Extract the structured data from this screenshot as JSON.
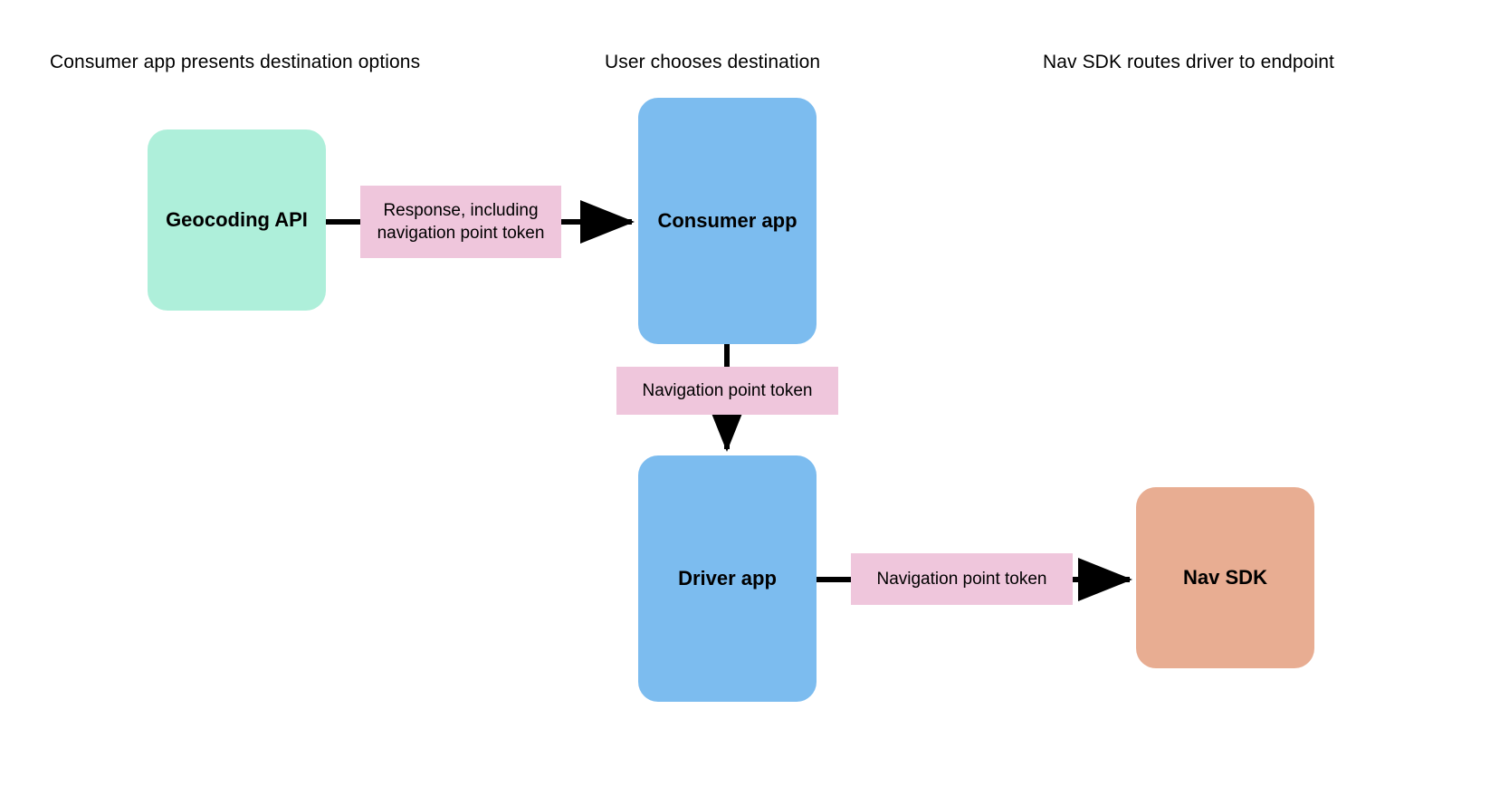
{
  "diagram": {
    "title_columns": [
      {
        "id": "consumer",
        "label": "Consumer app presents destination options"
      },
      {
        "id": "user",
        "label": "User chooses destination"
      },
      {
        "id": "navsdk",
        "label": "Nav SDK routes driver to endpoint"
      }
    ],
    "nodes": [
      {
        "id": "geocoding",
        "label": "Geocoding API",
        "color": "#aeefda"
      },
      {
        "id": "consumer_app",
        "label": "Consumer app",
        "color": "#7cbcef"
      },
      {
        "id": "driver_app",
        "label": "Driver app",
        "color": "#7cbcef"
      },
      {
        "id": "nav_sdk",
        "label": "Nav SDK",
        "color": "#e8ad92"
      }
    ],
    "edges": [
      {
        "id": "geocoding_to_consumer",
        "label": "Response, including navigation point token",
        "from": "geocoding",
        "to": "consumer_app",
        "direction": "right",
        "label_color": "#efc6dc"
      },
      {
        "id": "consumer_to_driver",
        "label": "Navigation point token",
        "from": "consumer_app",
        "to": "driver_app",
        "direction": "down",
        "label_color": "#efc6dc"
      },
      {
        "id": "driver_to_navsdk",
        "label": "Navigation point token",
        "from": "driver_app",
        "to": "nav_sdk",
        "direction": "right",
        "label_color": "#efc6dc"
      }
    ],
    "colors": {
      "background": "#ffffff",
      "text": "#000000",
      "connector": "#000000",
      "mint": "#aeefda",
      "blue": "#7cbcef",
      "pink": "#efc6dc",
      "salmon": "#e8ad92"
    }
  }
}
